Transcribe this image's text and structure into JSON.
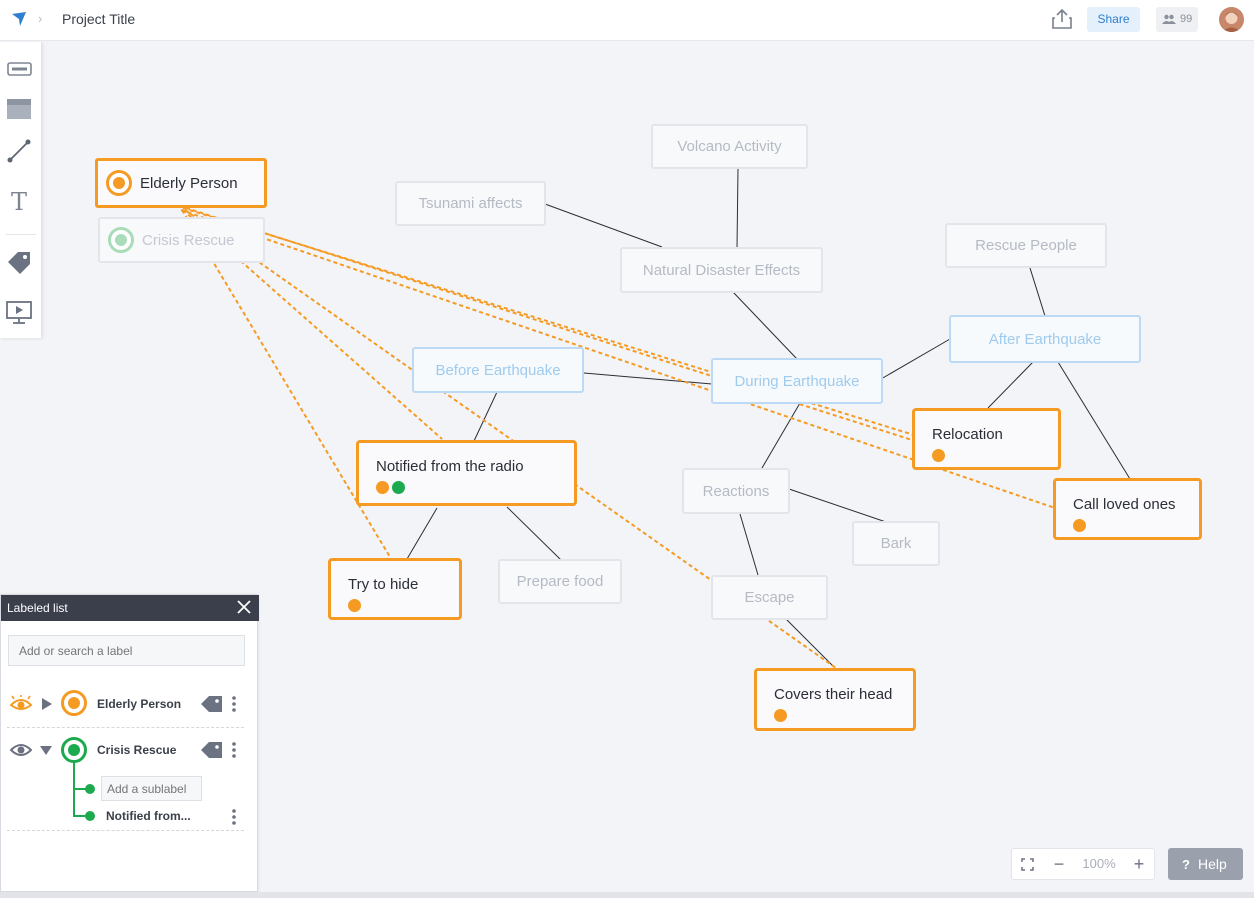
{
  "header": {
    "project_title": "Project Title",
    "breadcrumb_separator": "›",
    "share_label": "Share",
    "collaborators_count": "99"
  },
  "toolbar": {
    "tools": [
      "rectangle-tool-icon",
      "shape-fill-tool-icon",
      "connector-tool-icon",
      "text-tool-icon",
      "label-tag-tool-icon",
      "presentation-tool-icon"
    ]
  },
  "canvas": {
    "nodes": {
      "volcano": "Volcano Activity",
      "tsunami": "Tsunami affects",
      "natural": "Natural Disaster Effects",
      "rescue": "Rescue People",
      "after": "After Earthquake",
      "before": "Before Earthquake",
      "during": "During Earthquake",
      "reactions": "Reactions",
      "bark": "Bark",
      "escape": "Escape",
      "prepare": "Prepare food",
      "notified": "Notified from the radio",
      "relocation": "Relocation",
      "call": "Call loved ones",
      "hide": "Try to hide",
      "covers": "Covers their head"
    },
    "labels": {
      "elderly": "Elderly Person",
      "crisis": "Crisis Rescue"
    }
  },
  "labeled_list": {
    "title": "Labeled list",
    "search_placeholder": "Add or search a label",
    "items": [
      {
        "name": "Elderly Person",
        "color": "#f59b23"
      },
      {
        "name": "Crisis Rescue",
        "color": "#1daa4f"
      }
    ],
    "sublabel_placeholder": "Add a sublabel",
    "sublabel_item": "Notified from..."
  },
  "zoom": {
    "value": "100%",
    "minus": "−",
    "plus": "+"
  },
  "help": {
    "icon": "?",
    "label": "Help"
  },
  "colors": {
    "accent_orange": "#f59b23",
    "accent_green": "#1daa4f",
    "accent_blue": "#2f7fd1"
  }
}
